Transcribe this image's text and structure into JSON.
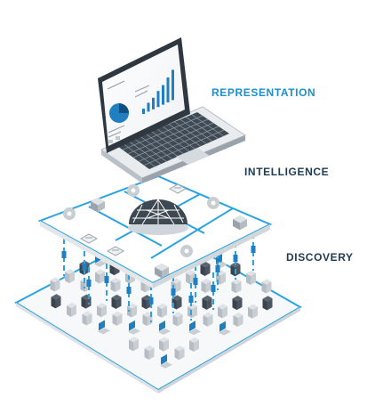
{
  "colors": {
    "label_blue": "#1a8fd0",
    "label_dark": "#1d3b52",
    "connector_blue": "#2aa3e0",
    "server_dark": "#4a5560",
    "server_light": "#c9ced3",
    "accent_blue": "#1f7fc1"
  },
  "labels": {
    "representation": "REPRESENTATION",
    "intelligence": "INTELLIGENCE",
    "discovery": "DISCOVERY"
  },
  "icons": {
    "top": "laptop-dashboard-icon",
    "middle": "network-brain-icon",
    "bottom": "server-grid-icon"
  }
}
